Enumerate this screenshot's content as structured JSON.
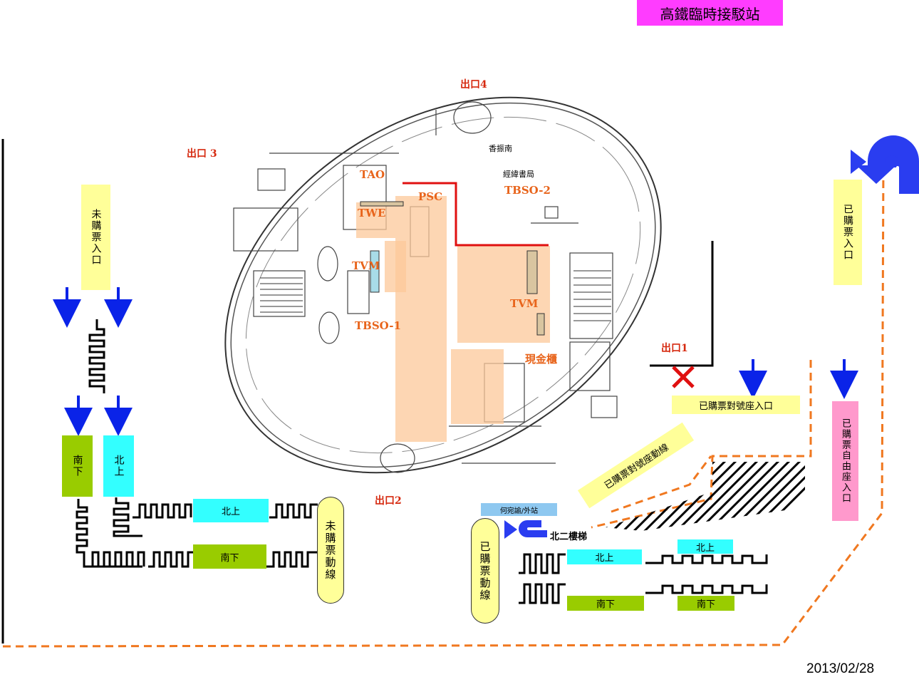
{
  "title": "高鐵臨時接駁站",
  "date": "2013/02/28",
  "colors": {
    "title_bg": "#ff3cff",
    "yellow": "#ffff99",
    "cyan": "#33ffff",
    "green": "#99cc00",
    "pink": "#ff99cc",
    "light_blue": "#8ec8f0",
    "orange_dash": "#f07820",
    "arrow_blue": "#0a23e8",
    "peach": "#fcc89a"
  },
  "left": {
    "unpurchased_entry": "未購票入口",
    "south_box": "南下",
    "north_box": "北上",
    "queue_north": "北上",
    "queue_south": "南下",
    "flow_label": "未購票動線"
  },
  "station": {
    "exit1": "出口1",
    "exit2": "出口2",
    "exit3": "出口 3",
    "exit4": "出口4",
    "tao": "TAO",
    "twe": "TWE",
    "psc": "PSC",
    "tvm1": "TVM",
    "tvm2": "TVM",
    "tbso1": "TBSO-1",
    "tbso2": "TBSO-2",
    "cash": "現金櫃",
    "shop1": "香振南",
    "shop2": "經緯書局"
  },
  "right": {
    "purchased_entry": "已購票入口",
    "reserved_entry": "已購票對號座入口",
    "reserved_flow": "已購票對號座動線",
    "free_entry": "已購票自由座入口",
    "nonreserved_note": "何宛諭/外站",
    "stairs": "北二樓梯",
    "flow_label": "已購票動線",
    "queue_north_1": "北上",
    "queue_north_2": "北上",
    "queue_south_1": "南下",
    "queue_south_2": "南下"
  }
}
